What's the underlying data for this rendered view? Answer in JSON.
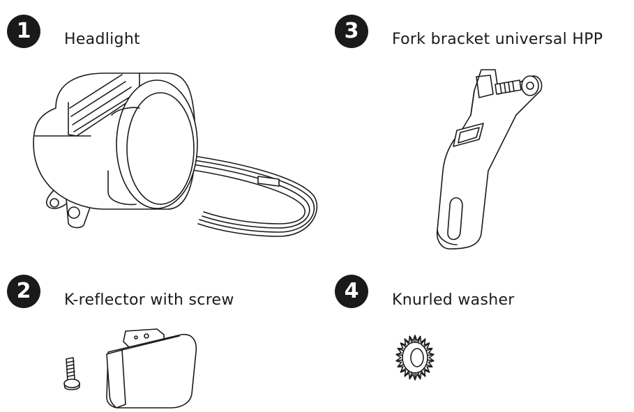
{
  "items": [
    {
      "number": "1",
      "label": "Headlight",
      "icon": "headlight-illustration"
    },
    {
      "number": "2",
      "label": "K-reflector with screw",
      "icon": "k-reflector-illustration"
    },
    {
      "number": "3",
      "label": "Fork bracket universal HPP",
      "icon": "fork-bracket-illustration"
    },
    {
      "number": "4",
      "label": "Knurled washer",
      "icon": "knurled-washer-illustration"
    }
  ]
}
